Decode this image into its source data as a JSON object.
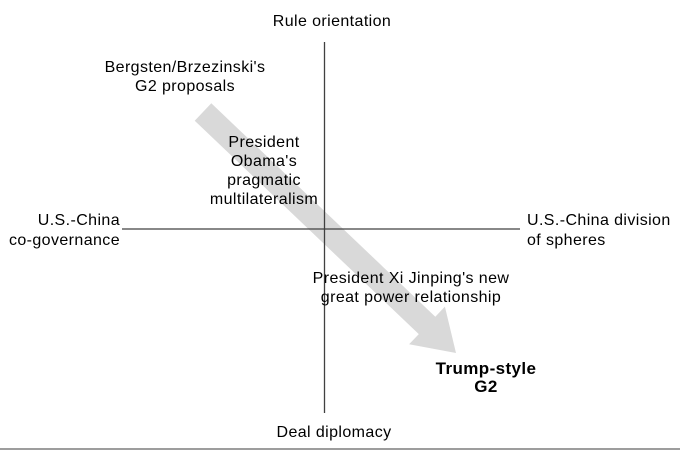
{
  "colors": {
    "background": "#ffffff",
    "axis_line": "#404040",
    "arrow_fill": "#d9d9d9",
    "text": "#000000",
    "bottom_rule": "#9d9d9d"
  },
  "axes": {
    "top_label": "Rule orientation",
    "bottom_label": "Deal diplomacy",
    "left_label_lines": [
      "U.S.-China",
      "co-governance"
    ],
    "right_label_lines": [
      "U.S.-China division",
      "of spheres"
    ]
  },
  "items": [
    {
      "id": "bergsten",
      "lines": [
        "Bergsten/Brzezinski's",
        "G2 proposals"
      ],
      "bold": false
    },
    {
      "id": "obama",
      "lines": [
        "President",
        "Obama's",
        "pragmatic",
        "multilateralism"
      ],
      "bold": false
    },
    {
      "id": "xi",
      "lines": [
        "President Xi Jinping's new",
        "great power relationship"
      ],
      "bold": false
    },
    {
      "id": "trump",
      "lines": [
        "Trump-style",
        "G2"
      ],
      "bold": true
    }
  ],
  "arrow": {
    "icon": "diagonal-trend-arrow",
    "direction": "from upper-left quadrant to lower-right quadrant"
  }
}
